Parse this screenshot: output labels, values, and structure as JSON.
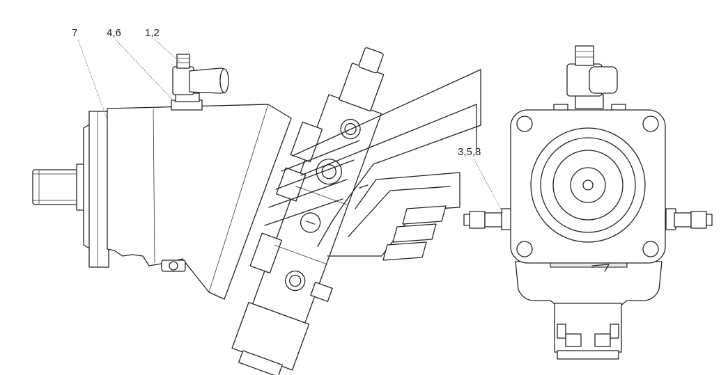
{
  "callouts": {
    "c7": "7",
    "c46": "4,6",
    "c12": "1,2",
    "c358": "3,5,8"
  },
  "colors": {
    "line": "#222222",
    "background": "#ffffff"
  }
}
